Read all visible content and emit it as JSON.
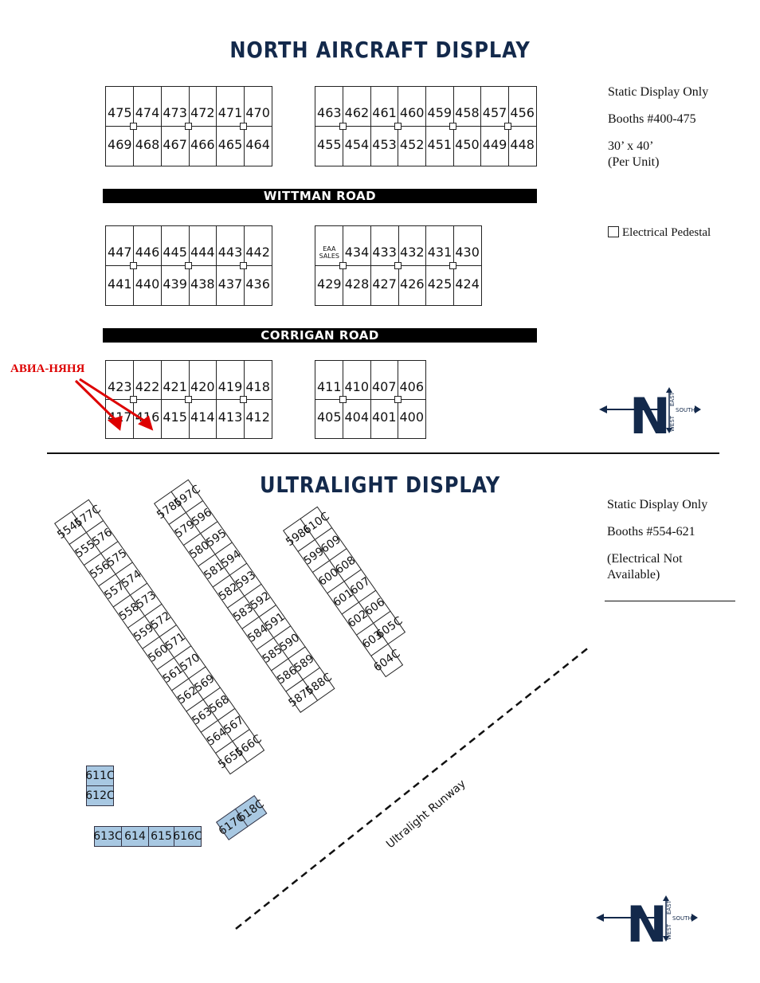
{
  "north": {
    "title": "NORTH AIRCRAFT DISPLAY",
    "block1_top": [
      "475",
      "474",
      "473",
      "472",
      "471",
      "470"
    ],
    "block1_bottom": [
      "469",
      "468",
      "467",
      "466",
      "465",
      "464"
    ],
    "block2_top": [
      "463",
      "462",
      "461",
      "460",
      "459",
      "458",
      "457",
      "456"
    ],
    "block2_bottom": [
      "455",
      "454",
      "453",
      "452",
      "451",
      "450",
      "449",
      "448"
    ],
    "block3_top": [
      "447",
      "446",
      "445",
      "444",
      "443",
      "442"
    ],
    "block3_bottom": [
      "441",
      "440",
      "439",
      "438",
      "437",
      "436"
    ],
    "block4_top": [
      "EAA SALES",
      "434",
      "433",
      "432",
      "431",
      "430"
    ],
    "block4_bottom": [
      "429",
      "428",
      "427",
      "426",
      "425",
      "424"
    ],
    "block5_top": [
      "423",
      "422",
      "421",
      "420",
      "419",
      "418"
    ],
    "block5_bottom": [
      "417",
      "416",
      "415",
      "414",
      "413",
      "412"
    ],
    "block6_top": [
      "411",
      "410",
      "407",
      "406"
    ],
    "block6_bottom": [
      "405",
      "404",
      "401",
      "400"
    ],
    "roads": [
      "WITTMAN  ROAD",
      "CORRIGAN  ROAD"
    ],
    "info": [
      "Static Display Only",
      "Booths #400-475",
      "30’ x 40’",
      "(Per Unit)"
    ],
    "legend": "Electrical Pedestal"
  },
  "annotation": "АВИА-НЯНЯ",
  "compass": {
    "letter": "N",
    "east": "EAST",
    "west": "WEST",
    "south": "SOUTH"
  },
  "ultralight": {
    "title": "ULTRALIGHT DISPLAY",
    "info": [
      "Static Display Only",
      "Booths #554-621",
      "(Electrical Not",
      "Available)"
    ],
    "runway": "Ultralight Runway",
    "strip1_left": [
      "554C",
      "555",
      "556",
      "557",
      "558",
      "559",
      "560",
      "561",
      "562",
      "563",
      "564",
      "565C"
    ],
    "strip1_right": [
      "577C",
      "576",
      "575",
      "574",
      "573",
      "572",
      "571",
      "570",
      "569",
      "568",
      "567",
      "566C"
    ],
    "strip2_left": [
      "578C",
      "579",
      "580",
      "581",
      "582",
      "583",
      "584",
      "585",
      "586",
      "587C"
    ],
    "strip2_right": [
      "597C",
      "596",
      "595",
      "594",
      "593",
      "592",
      "591",
      "590",
      "589",
      "588C"
    ],
    "strip3_left": [
      "598C",
      "599",
      "600",
      "601",
      "602",
      "603",
      "604C"
    ],
    "strip3_right": [
      "610C",
      "609",
      "608",
      "607",
      "606",
      "605C"
    ],
    "blue_a": [
      "611C",
      "612C"
    ],
    "blue_b": [
      "613C",
      "614",
      "615",
      "616C"
    ],
    "blue_c": [
      "617C",
      "618C"
    ],
    "colors": {
      "blue": "#a8c8e2",
      "title": "#13294b"
    }
  }
}
